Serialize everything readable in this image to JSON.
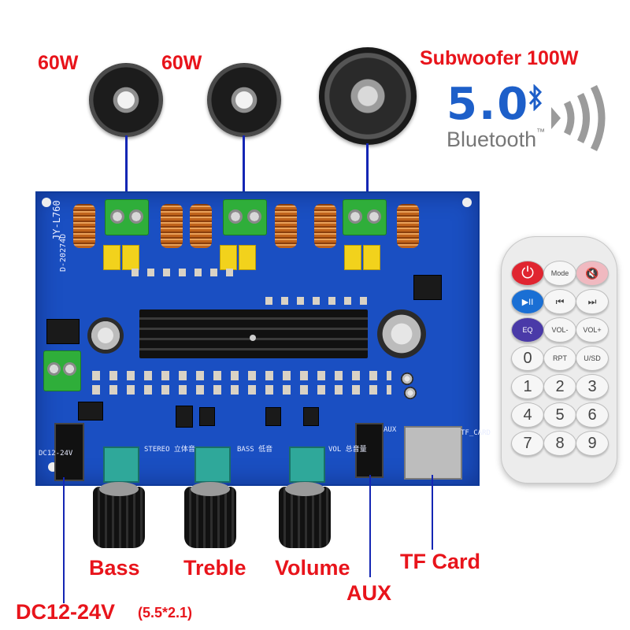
{
  "labels": {
    "left_power": "60W",
    "right_power": "60W",
    "subwoofer_power": "Subwoofer 100W",
    "bass": "Bass",
    "treble": "Treble",
    "volume": "Volume",
    "tf_card": "TF Card",
    "aux": "AUX",
    "dc_input": "DC12-24V",
    "dc_size": "(5.5*2.1)"
  },
  "bluetooth": {
    "version": "5.0",
    "word": "Bluetooth",
    "tm": "™"
  },
  "board": {
    "model": "JY-L760",
    "date": "D-20274D",
    "silkscreen": [
      "STEREO 立体音",
      "BASS 低音",
      "VOL 总音量",
      "AUX",
      "TF_CARD",
      "DC12-24V"
    ]
  },
  "remote": {
    "buttons": [
      "⏻",
      "Mode",
      "🔇",
      "▶II",
      "⏮",
      "⏭",
      "EQ",
      "VOL-",
      "VOL+",
      "0",
      "RPT",
      "U/SD",
      "1",
      "2",
      "3",
      "4",
      "5",
      "6",
      "7",
      "8",
      "9"
    ]
  },
  "colors": {
    "label_red": "#e8141b",
    "pcb_blue": "#1a4fc2",
    "wire_blue": "#1426b4",
    "bluetooth_blue": "#1d5fc9"
  }
}
